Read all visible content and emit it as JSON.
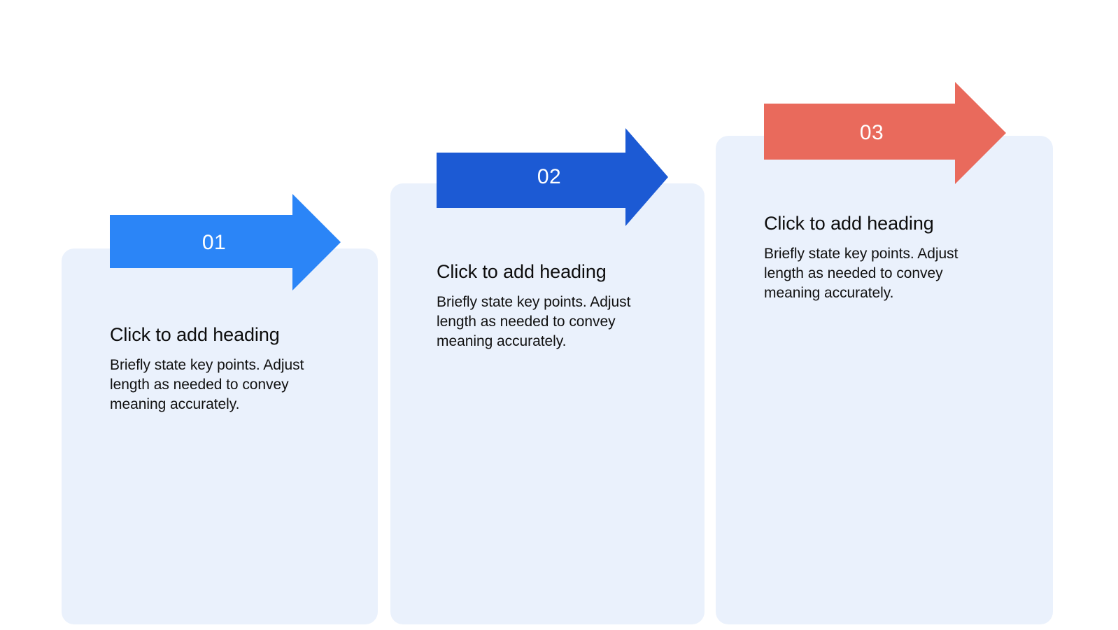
{
  "slide": {
    "background_color": "#ffffff",
    "layout": "three-step ascending arrow infographic"
  },
  "theme": {
    "card_background": "#eaf1fc",
    "heading_color": "#0d0d0d",
    "body_color": "#101010",
    "label_color": "#ffffff"
  },
  "steps": [
    {
      "number": "01",
      "arrow_color": "#2b85f7",
      "heading": "Click to add heading",
      "body": "Briefly state key points. Adjust length as needed to convey meaning accurately."
    },
    {
      "number": "02",
      "arrow_color": "#1c5ad4",
      "heading": "Click to add heading",
      "body": "Briefly state key points. Adjust length as needed to convey meaning accurately."
    },
    {
      "number": "03",
      "arrow_color": "#e96a5c",
      "heading": "Click to add heading",
      "body": "Briefly state key points. Adjust length as needed to convey meaning accurately."
    }
  ]
}
